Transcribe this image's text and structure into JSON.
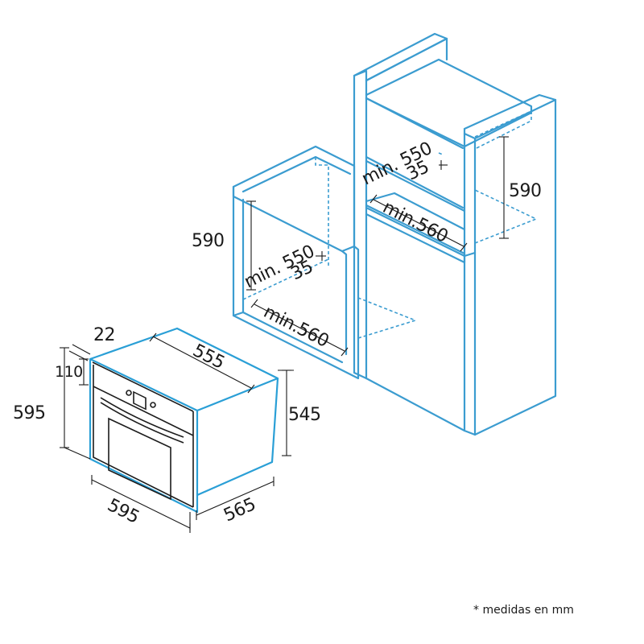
{
  "diagram": {
    "oven": {
      "depth_top": "555",
      "offset_top": "22",
      "panel_height": "110",
      "front_height": "595",
      "side_height": "545",
      "front_width": "595",
      "side_depth": "565"
    },
    "cabinet_low": {
      "height": "590",
      "depth_min": "min. 550",
      "gap": "35",
      "width_min": "min.560"
    },
    "cabinet_tall": {
      "height": "590",
      "depth_min": "min. 550",
      "gap": "35",
      "width_min": "min.560"
    }
  },
  "footnote": "* medidas en mm",
  "colors": {
    "cabinet_stroke": "#3b9cd0",
    "dimension_stroke": "#1a1a1a"
  }
}
